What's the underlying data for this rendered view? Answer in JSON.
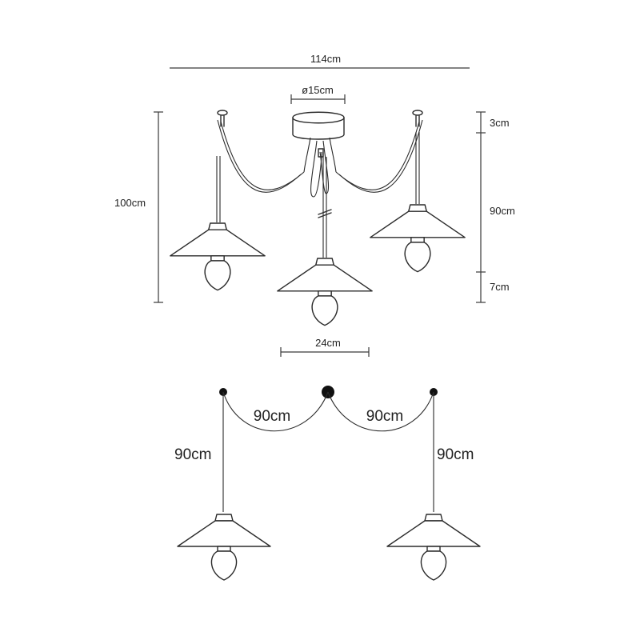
{
  "top_view": {
    "width_label": "114cm",
    "canopy_label": "ø15cm",
    "height_label": "100cm",
    "canopy_height_label": "3cm",
    "cord_length_label": "90cm",
    "lamp_height_label": "7cm",
    "shade_width_label": "24cm"
  },
  "bottom_view": {
    "swag_left_label": "90cm",
    "swag_right_label": "90cm",
    "drop_left_label": "90cm",
    "drop_right_label": "90cm"
  }
}
